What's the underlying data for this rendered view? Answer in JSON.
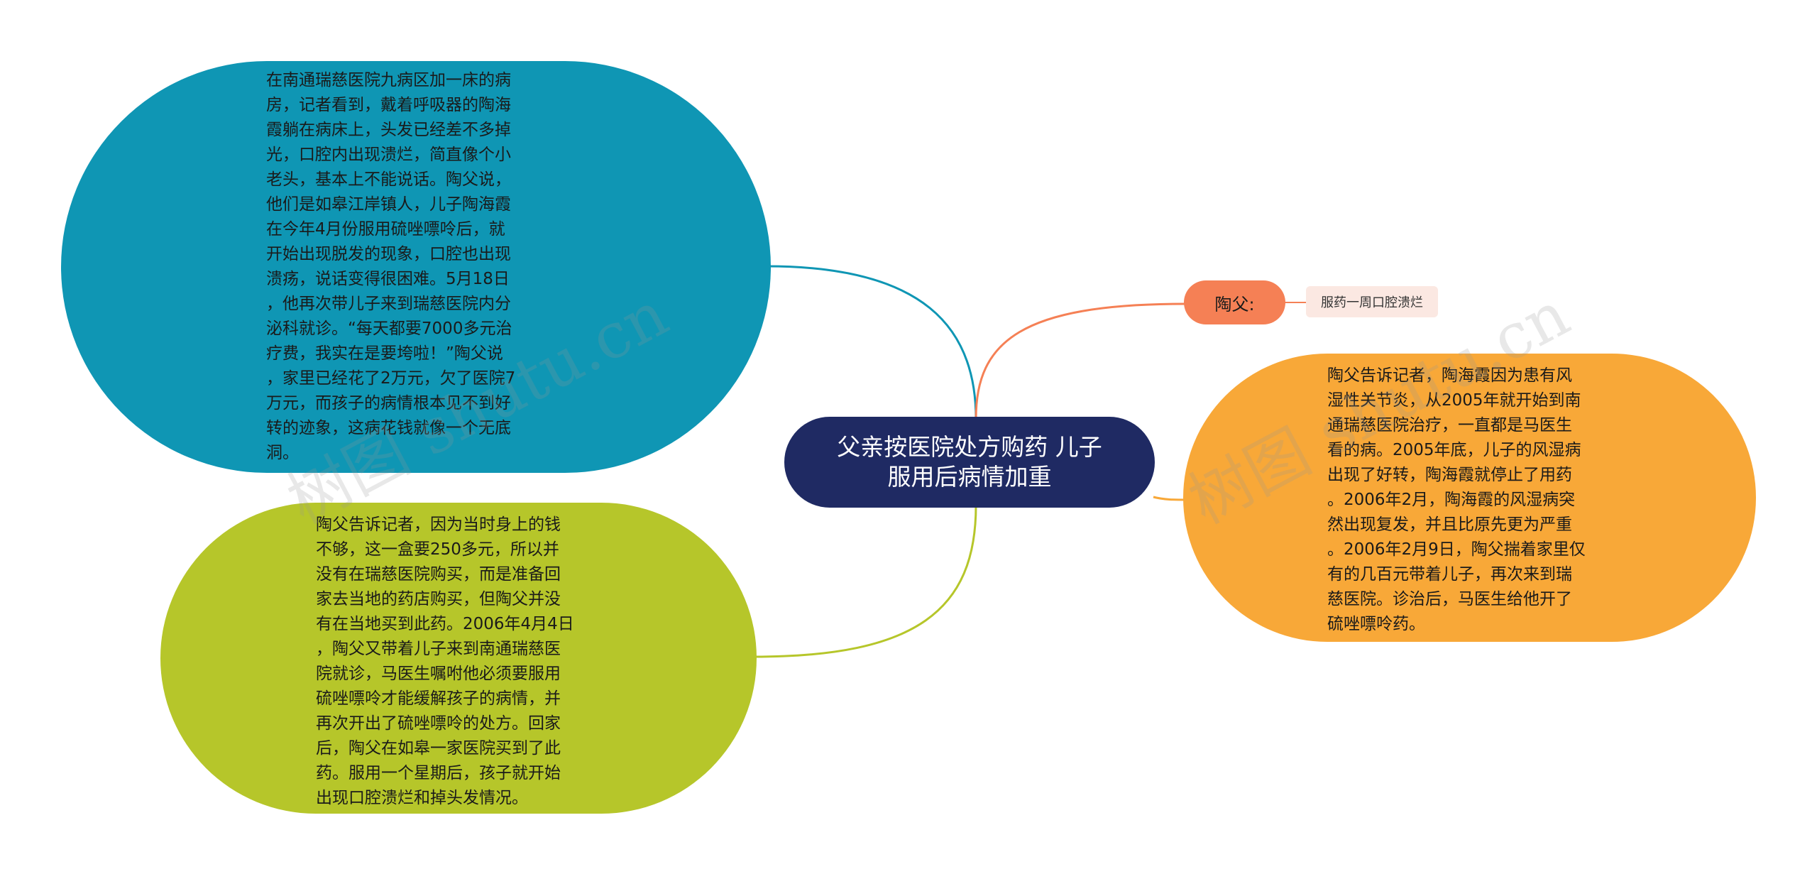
{
  "center": {
    "text": "父亲按医院处方购药 儿子\n服用后病情加重"
  },
  "nodes": {
    "blue": {
      "text": "在南通瑞慈医院九病区加一床的病\n房，记者看到，戴着呼吸器的陶海\n霞躺在病床上，头发已经差不多掉\n光，口腔内出现溃烂，简直像个小\n老头，基本上不能说话。陶父说，\n他们是如皋江岸镇人，儿子陶海霞\n在今年4月份服用硫唑嘌呤后，就\n开始出现脱发的现象，口腔也出现\n溃疡，说话变得很困难。5月18日\n，他再次带儿子来到瑞慈医院内分\n泌科就诊。“每天都要7000多元治\n疗费，我实在是要垮啦！”陶父说\n，家里已经花了2万元，欠了医院7\n万元，而孩子的病情根本见不到好\n转的迹象，这病花钱就像一个无底\n洞。"
    },
    "green": {
      "text": "陶父告诉记者，因为当时身上的钱\n不够，这一盒要250多元，所以并\n没有在瑞慈医院购买，而是准备回\n家去当地的药店购买，但陶父并没\n有在当地买到此药。2006年4月4日\n，陶父又带着儿子来到南通瑞慈医\n院就诊，马医生嘱咐他必须要服用\n硫唑嘌呤才能缓解孩子的病情，并\n再次开出了硫唑嘌呤的处方。回家\n后，陶父在如皋一家医院买到了此\n药。服用一个星期后，孩子就开始\n出现口腔溃烂和掉头发情况。"
    },
    "orange": {
      "text": "陶父告诉记者，陶海霞因为患有风\n湿性关节炎，从2005年就开始到南\n通瑞慈医院治疗，一直都是马医生\n看的病。2005年底，儿子的风湿病\n出现了好转，陶海霞就停止了用药\n。2006年2月，陶海霞的风湿病突\n然出现复发，并且比原先更为严重\n。2006年2月9日，陶父揣着家里仅\n有的几百元带着儿子，再次来到瑞\n慈医院。诊治后，马医生给他开了\n硫唑嘌呤药。"
    },
    "tao": {
      "text": "陶父:"
    },
    "sub": {
      "text": "服药一周口腔溃烂"
    }
  },
  "watermarks": [
    "树图 shutu.cn",
    "树图 shutu.cn"
  ],
  "colors": {
    "center": "#1f2a63",
    "blue": "#0f96b4",
    "green": "#b6c62a",
    "orange": "#f8a838",
    "tao": "#f58055",
    "sub": "#fbe8e2"
  }
}
